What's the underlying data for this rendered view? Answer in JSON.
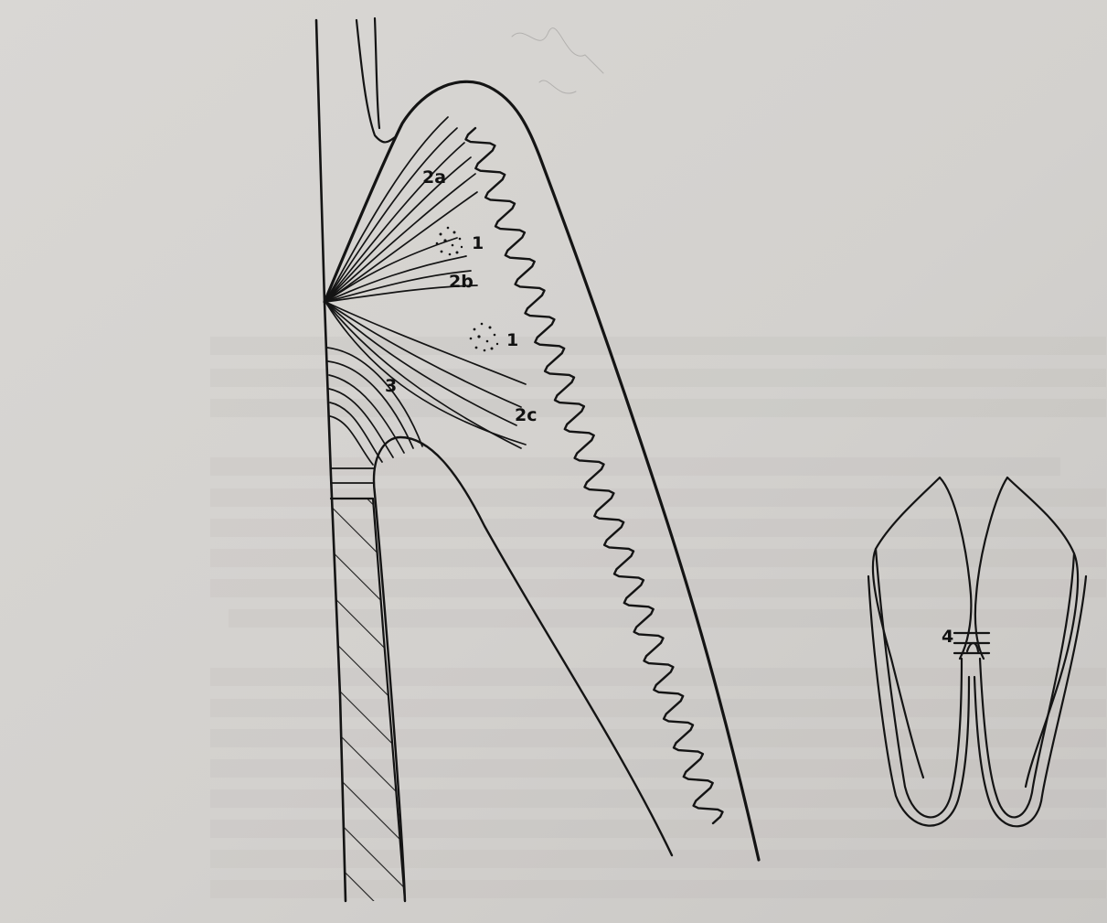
{
  "figure": {
    "labels": {
      "fiber_2a": "2a",
      "cluster_1_upper": "1",
      "fiber_2b": "2b",
      "cluster_1_lower": "1",
      "fiber_2c": "2c",
      "fiber_3": "3",
      "inset_4": "4"
    }
  },
  "colors": {
    "paper": "#d4d2cf",
    "ink": "#141414"
  }
}
